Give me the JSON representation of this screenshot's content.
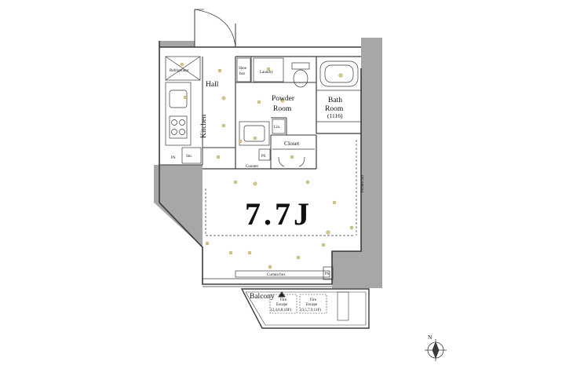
{
  "plan": {
    "area_label": "7.7J",
    "rooms": {
      "refrigerator": "Refrigerator",
      "hall": "Hall",
      "shoe_box": [
        "Shoe",
        "box"
      ],
      "laundry": "Laundry",
      "powder_room": [
        "Powder",
        "Room"
      ],
      "bath_room": [
        "Bath",
        "Room",
        "(1116)"
      ],
      "kitchen": "Kitchen",
      "lin": "Lin.",
      "closet": "Closet",
      "ps_left": "PS",
      "ps_closet": "PS",
      "ps_right": "PS",
      "sto": "Sto.",
      "counter": "Counter",
      "picture_rail": "Picture rail",
      "curtain_box": "Curtain box",
      "balcony": "Balcony",
      "fire_escape_1": [
        "Fire",
        "Escape",
        "(2,4,6,8,10F)"
      ],
      "fire_escape_2": [
        "Fire",
        "Escape",
        "(3,5,7,9,11F)"
      ],
      "compass_north": "N"
    },
    "colors": {
      "wall": "#a7a7a7",
      "line": "#3a3a3a",
      "fixture": "#d8c98a",
      "text": "#111111"
    }
  }
}
